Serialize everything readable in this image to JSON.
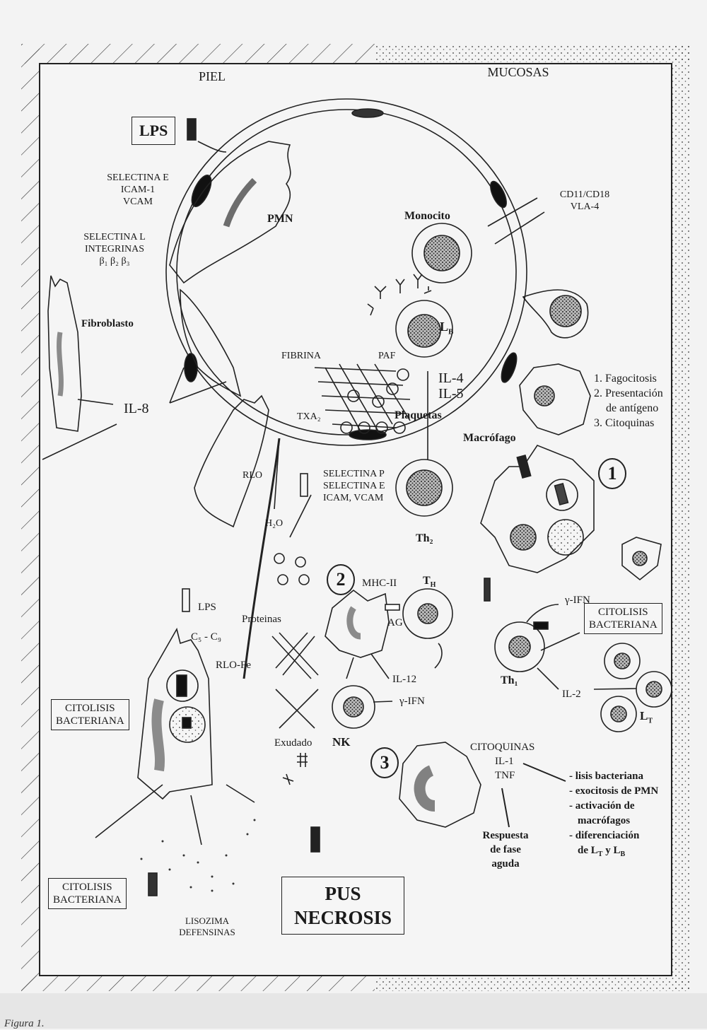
{
  "regions": {
    "left": "PIEL",
    "right": "MUCOSAS"
  },
  "labels": {
    "lps_box": "LPS",
    "selectina_e": [
      "SELECTINA E",
      "ICAM-1",
      "VCAM"
    ],
    "selectina_l": [
      "SELECTINA L",
      "INTEGRINAS",
      "β₁ β₂ β₃"
    ],
    "pmn": "PMN",
    "fibroblasto": "Fibroblasto",
    "il8": "IL-8",
    "monocito": "Monocito",
    "cd11": [
      "CD11/CD18",
      "VLA-4"
    ],
    "lb": "L",
    "lb_sub": "B",
    "fibrina": "FIBRINA",
    "paf": "PAF",
    "il4": "IL-4",
    "il5": "IL-5",
    "txa2": "TXA₂",
    "plaquetas": "Plaquetas",
    "macrofago": "Macrófago",
    "macrofago_functions": [
      "1. Fagocitosis",
      "2. Presentación",
      "de antígeno",
      "3. Citoquinas"
    ],
    "rlo": "RLO",
    "selectina_p": [
      "SELECTINA P",
      "SELECTINA E",
      "ICAM, VCAM"
    ],
    "h2o": "H₂O",
    "th2": "Th₂",
    "mhc": "MHC-II",
    "th": "T",
    "th_sub": "H",
    "ag": "AG",
    "ifn_top": "γ-IFN",
    "citolisis_right": [
      "CITOLISIS",
      "BACTERIANA"
    ],
    "lps_small": "LPS",
    "proteinas": "Proteinas",
    "c5c9": "C₅ - C₉",
    "rlofe": "RLO-Fe",
    "il12": "IL-12",
    "ifn_nk": "γ-IFN",
    "nk": "NK",
    "th1": "Th₁",
    "il2": "IL-2",
    "lt": "L",
    "lt_sub": "T",
    "exudado": "Exudado",
    "citolisis_left": [
      "CITOLISIS",
      "BACTERIANA"
    ],
    "citoquinas": "CITOQUINAS",
    "il1": "IL-1",
    "tnf": "TNF",
    "effects": [
      "- lisis bacteriana",
      "- exocitosis de PMN",
      "- activación de",
      "macrófagos",
      "- diferenciación",
      "de L",
      "T",
      " y L",
      "B"
    ],
    "respuesta": [
      "Respuesta",
      "de  fase",
      "aguda"
    ],
    "citolisis_bottom": [
      "CITOLISIS",
      "BACTERIANA"
    ],
    "lisozima": [
      "LISOZIMA",
      "DEFENSINAS"
    ],
    "pus": [
      "PUS",
      "NECROSIS"
    ],
    "steps": [
      "1",
      "2",
      "3"
    ]
  },
  "caption": "Figura 1."
}
